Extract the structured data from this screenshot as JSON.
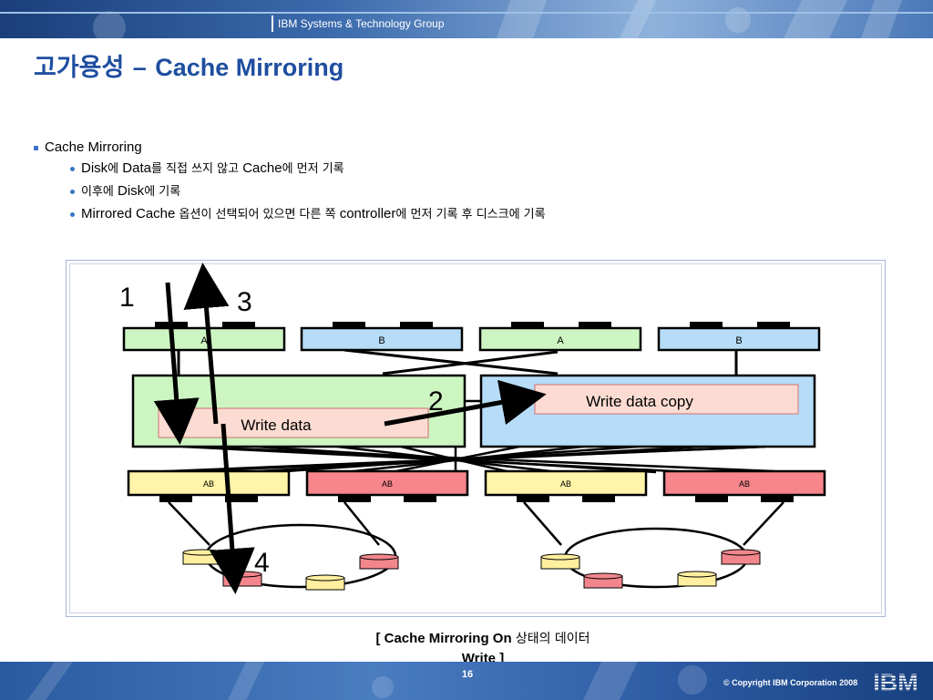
{
  "header": {
    "group": "IBM Systems & Technology Group"
  },
  "title": {
    "korean": "고가용성",
    "dash": "–",
    "english": "Cache Mirroring"
  },
  "bullets": {
    "level1": "Cache Mirroring",
    "items": [
      {
        "parts": [
          {
            "t": "Disk",
            "kr": false
          },
          {
            "t": "에 ",
            "kr": true
          },
          {
            "t": "Data",
            "kr": false
          },
          {
            "t": "를 직접 쓰지 않고 ",
            "kr": true
          },
          {
            "t": "Cache",
            "kr": false
          },
          {
            "t": "에 먼저 기록",
            "kr": true
          }
        ]
      },
      {
        "parts": [
          {
            "t": "이후에 ",
            "kr": true
          },
          {
            "t": "Disk",
            "kr": false
          },
          {
            "t": "에 기록",
            "kr": true
          }
        ]
      },
      {
        "parts": [
          {
            "t": "Mirrored Cache ",
            "kr": false
          },
          {
            "t": "옵션이 선택되어 있으면 다른 쪽 ",
            "kr": true
          },
          {
            "t": "controller",
            "kr": false
          },
          {
            "t": "에 먼저 기록 후 디스크에 기록",
            "kr": true
          }
        ]
      }
    ]
  },
  "diagram": {
    "host_ports": [
      "A",
      "B",
      "A",
      "B"
    ],
    "drive_ports": [
      "AB",
      "AB",
      "AB",
      "AB"
    ],
    "cache_left_label": "Write data",
    "cache_right_label": "Write data copy",
    "steps": [
      "1",
      "2",
      "3",
      "4"
    ],
    "colors": {
      "green": "#ccf5c2",
      "blue": "#b6dcf7",
      "yellow": "#fff4a8",
      "red": "#f6868c",
      "pink": "#fcdcd2",
      "disk_yellow": "#ffef9e",
      "disk_red": "#f2868c"
    }
  },
  "caption": {
    "line1_en": "[ Cache Mirroring On ",
    "line1_kr": "상태의 데이터",
    "line2": "Write ]"
  },
  "footer": {
    "page": "16",
    "copyright": "© Copyright IBM Corporation 2008",
    "logo": "IBM"
  }
}
